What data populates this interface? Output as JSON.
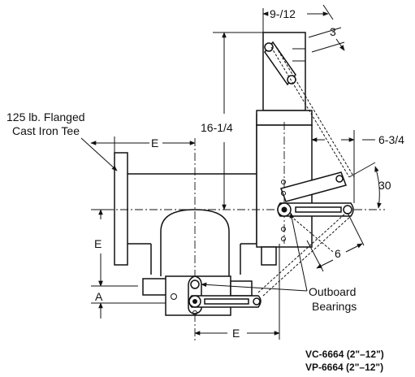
{
  "labels": {
    "dim_9_12": "9-/12",
    "dim_3": "3",
    "dim_16_1_4": "16-1/4",
    "dim_6_3_4": "6-3/4",
    "dim_30": "30",
    "dim_6": "6",
    "dim_E_top": "E",
    "dim_E_left": "E",
    "dim_E_bottom": "E",
    "dim_A": "A",
    "tee_line1": "125 lb. Flanged",
    "tee_line2": "Cast Iron Tee",
    "bearings_line1": "Outboard",
    "bearings_line2": "Bearings",
    "model_1": "VC-6664 (2\"–12\")",
    "model_2": "VP-6664 (2\"–12\")"
  }
}
